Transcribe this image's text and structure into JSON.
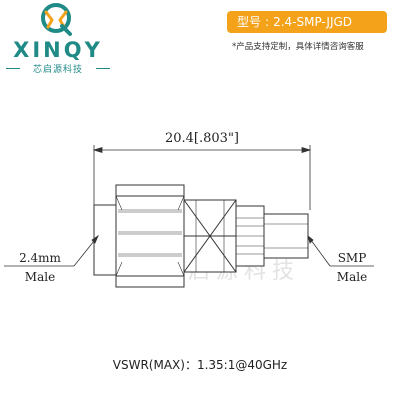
{
  "brand": {
    "name": "XINQY",
    "tagline": "芯启源科技",
    "accent_color": "#1f8a86"
  },
  "model": {
    "label": "型号",
    "value": "2.4-SMP-JJGD",
    "badge_color": "#f5a21b"
  },
  "custom_note": "*产品支持定制，具体详情咨询客服",
  "drawing": {
    "length_dimension": "20.4[.803\"]",
    "left_connector": {
      "size": "2.4mm",
      "gender": "Male"
    },
    "right_connector": {
      "size": "SMP",
      "gender": "Male"
    },
    "watermark": "芯启源科技"
  },
  "spec": "VSWR(MAX)：1.35:1@40GHz"
}
